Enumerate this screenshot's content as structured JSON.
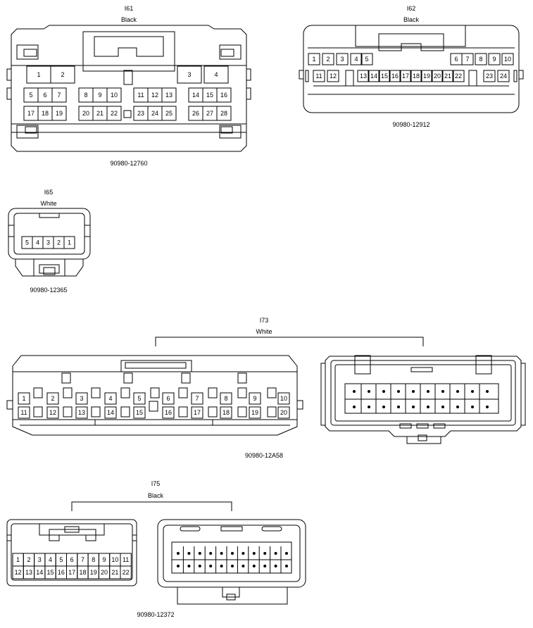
{
  "connectors": {
    "i61": {
      "id": "I61",
      "color": "Black",
      "part": "90980-12760",
      "pins_top": [
        "1",
        "2",
        "3",
        "4"
      ],
      "pins_row2": [
        "5",
        "6",
        "7",
        "8",
        "9",
        "10",
        "11",
        "12",
        "13",
        "14",
        "15",
        "16"
      ],
      "pins_row3": [
        "17",
        "18",
        "19",
        "20",
        "21",
        "22",
        "23",
        "24",
        "25",
        "26",
        "27",
        "28"
      ]
    },
    "i62": {
      "id": "I62",
      "color": "Black",
      "part": "90980-12912",
      "pins_row1": [
        "1",
        "2",
        "3",
        "4",
        "5",
        "6",
        "7",
        "8",
        "9",
        "10"
      ],
      "pins_row2": [
        "11",
        "12",
        "13",
        "14",
        "15",
        "16",
        "17",
        "18",
        "19",
        "20",
        "21",
        "22",
        "23",
        "24"
      ]
    },
    "i65": {
      "id": "I65",
      "color": "White",
      "part": "90980-12365",
      "pins": [
        "5",
        "4",
        "3",
        "2",
        "1"
      ]
    },
    "i73": {
      "id": "I73",
      "color": "White",
      "part": "90980-12A58",
      "pins_row1": [
        "1",
        "2",
        "3",
        "4",
        "5",
        "6",
        "7",
        "8",
        "9",
        "10"
      ],
      "pins_row2": [
        "11",
        "12",
        "13",
        "14",
        "15",
        "16",
        "17",
        "18",
        "19",
        "20"
      ]
    },
    "i75": {
      "id": "I75",
      "color": "Black",
      "part": "90980-12372",
      "pins_row1": [
        "1",
        "2",
        "3",
        "4",
        "5",
        "6",
        "7",
        "8",
        "9",
        "10",
        "11"
      ],
      "pins_row2": [
        "12",
        "13",
        "14",
        "15",
        "16",
        "17",
        "18",
        "19",
        "20",
        "21",
        "22"
      ]
    }
  }
}
